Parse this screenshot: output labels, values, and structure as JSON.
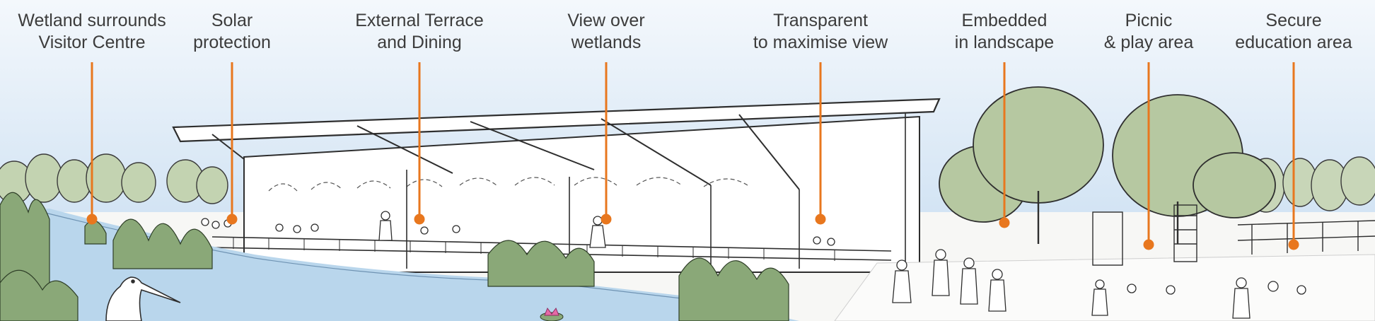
{
  "diagram": {
    "accent_color": "#e8771e",
    "callouts": [
      {
        "line1": "Wetland surrounds",
        "line2": "Visitor Centre"
      },
      {
        "line1": "Solar",
        "line2": "protection"
      },
      {
        "line1": "External Terrace",
        "line2": "and Dining"
      },
      {
        "line1": "View over",
        "line2": "wetlands"
      },
      {
        "line1": "Transparent",
        "line2": "to maximise view"
      },
      {
        "line1": "Embedded",
        "line2": "in landscape"
      },
      {
        "line1": "Picnic",
        "line2": "& play area"
      },
      {
        "line1": "Secure",
        "line2": "education area"
      }
    ],
    "illustration": {
      "subject": "visitor-centre-sketch",
      "colors": {
        "sky": "#dbe9f6",
        "water": "#a9cce6",
        "foliage": "#a9bd93",
        "reeds": "#7f9d6c",
        "ink": "#2e2e2e"
      }
    }
  }
}
